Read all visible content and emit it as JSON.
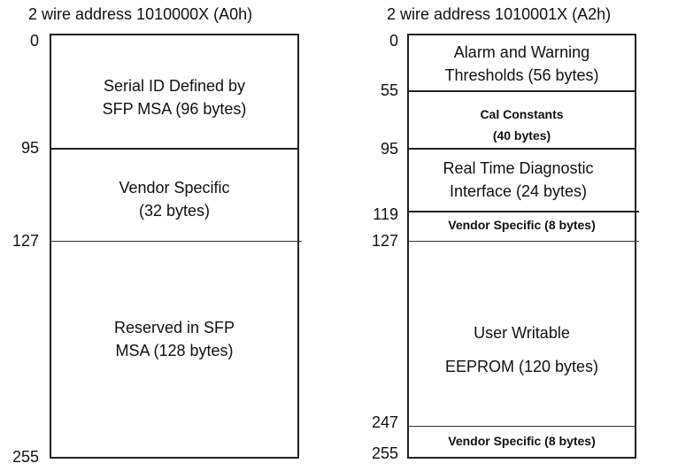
{
  "left": {
    "title": "2 wire address 1010000X (A0h)",
    "addresses": [
      "0",
      "95",
      "127",
      "255"
    ],
    "regions": [
      {
        "line1": "Serial ID Defined by",
        "line2": "SFP MSA (96 bytes)"
      },
      {
        "line1": "Vendor Specific",
        "line2": "(32 bytes)"
      },
      {
        "line1": "Reserved in SFP",
        "line2": "MSA (128 bytes)"
      }
    ]
  },
  "right": {
    "title": "2 wire address 1010001X (A2h)",
    "addresses": [
      "0",
      "55",
      "95",
      "119",
      "127",
      "247",
      "255"
    ],
    "regions": [
      {
        "line1": "Alarm and Warning",
        "line2": "Thresholds (56 bytes)"
      },
      {
        "line1": "Cal Constants",
        "line2": "(40 bytes)"
      },
      {
        "line1": "Real Time Diagnostic",
        "line2": "Interface (24 bytes)"
      },
      {
        "line1": "Vendor Specific (8 bytes)"
      },
      {
        "line1": "User Writable",
        "line2": "EEPROM (120 bytes)"
      },
      {
        "line1": "Vendor Specific (8 bytes)"
      }
    ]
  }
}
